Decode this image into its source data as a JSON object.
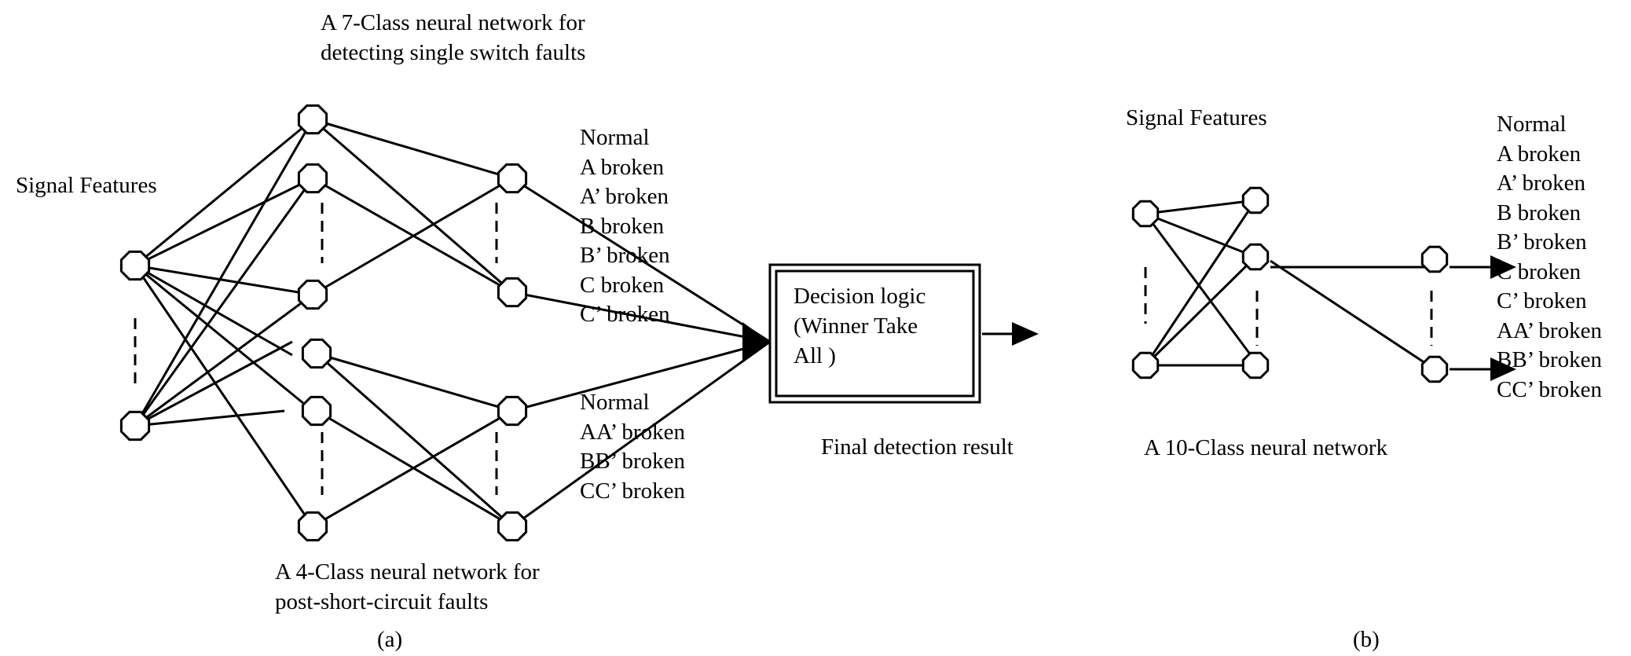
{
  "panel_a": {
    "title_top": [
      "A  7-Class  neural  network  for",
      "detecting single switch faults"
    ],
    "title_bottom": [
      "A  4-Class  neural  network  for",
      "post-short-circuit faults"
    ],
    "input_label": "Signal Features",
    "classes_top": [
      "Normal",
      "A   broken",
      "A’  broken",
      "B   broken",
      "B’  broken",
      "C   broken",
      "C’  broken"
    ],
    "classes_bottom": [
      "Normal",
      "AA’  broken",
      "BB’  broken",
      "CC’  broken"
    ],
    "decision_box": [
      "Decision logic",
      "(Winner  Take",
      "All )"
    ],
    "final_label": "Final detection result",
    "caption": "(a)"
  },
  "panel_b": {
    "input_label": "Signal Features",
    "network_label": "A 10-Class neural network",
    "classes": [
      "Normal",
      "A   broken",
      "A’  broken",
      "B   broken",
      "B’  broken",
      "C   broken",
      "C’  broken",
      "AA’  broken",
      "BB’  broken",
      "CC’  broken"
    ],
    "caption": "(b)"
  },
  "colors": {
    "stroke": "#000000",
    "background": "#ffffff"
  }
}
